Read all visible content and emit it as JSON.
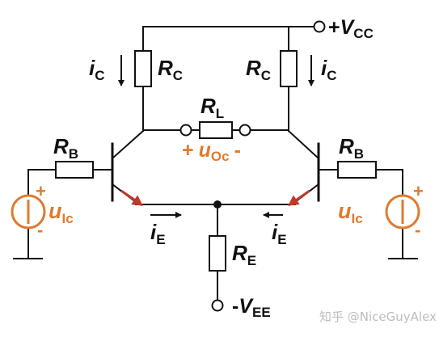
{
  "diagram": {
    "title": "",
    "colors": {
      "wire": "#111111",
      "source": "#E07A2E",
      "emitter_arrow": "#C0392B",
      "watermark": "#BDBDBD",
      "background": "#FFFFFF"
    },
    "supply_positive": {
      "sign": "+",
      "symbol": "V",
      "subscript": "CC"
    },
    "supply_negative": {
      "sign": "-",
      "symbol": "V",
      "subscript": "EE"
    },
    "collector_resistor_left": {
      "symbol": "R",
      "subscript": "C"
    },
    "collector_resistor_right": {
      "symbol": "R",
      "subscript": "C"
    },
    "collector_current_left": {
      "symbol": "i",
      "subscript": "C"
    },
    "collector_current_right": {
      "symbol": "i",
      "subscript": "C"
    },
    "load_resistor": {
      "symbol": "R",
      "subscript": "L"
    },
    "output_voltage": {
      "plus": "+",
      "symbol": "u",
      "subscript": "Oc",
      "minus": "-"
    },
    "base_resistor_left": {
      "symbol": "R",
      "subscript": "B"
    },
    "base_resistor_right": {
      "symbol": "R",
      "subscript": "B"
    },
    "input_source_left": {
      "symbol": "u",
      "subscript": "Ic",
      "plus": "+",
      "minus": "-"
    },
    "input_source_right": {
      "symbol": "u",
      "subscript": "Ic",
      "plus": "+",
      "minus": "-"
    },
    "emitter_current_left": {
      "symbol": "i",
      "subscript": "E"
    },
    "emitter_current_right": {
      "symbol": "i",
      "subscript": "E"
    },
    "emitter_resistor": {
      "symbol": "R",
      "subscript": "E"
    },
    "watermark": "知乎 @NiceGuyAlex"
  }
}
